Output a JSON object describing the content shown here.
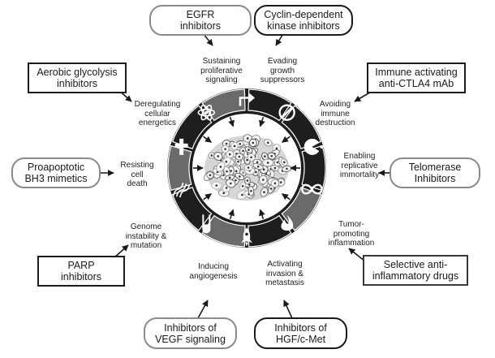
{
  "drugs": {
    "egfr": "EGFR\ninhibitors",
    "cdk": "Cyclin-dependent\nkinase inhibitors",
    "glycolysis": "Aerobic glycolysis\ninhibitors",
    "ctla4": "Immune activating\nanti-CTLA4 mAb",
    "bh3": "Proapoptotic\nBH3 mimetics",
    "telomerase": "Telomerase\nInhibitors",
    "parp": "PARP\ninhibitors",
    "antiinflam": "Selective anti-\ninflammatory drugs",
    "vegf": "Inhibitors of\nVEGF signaling",
    "hgf": "Inhibitors of\nHGF/c-Met"
  },
  "hallmarks": {
    "proliferative": "Sustaining\nproliferative\nsignaling",
    "growth": "Evading\ngrowth\nsuppressors",
    "immune": "Avoiding\nimmune\ndestruction",
    "immortality": "Enabling\nreplicative\nimmortality",
    "inflammation": "Tumor-\npromoting\ninflammation",
    "invasion": "Activating\ninvasion &\nmetastasis",
    "angiogenesis": "Inducing\nangiogenesis",
    "genome": "Genome\ninstability &\nmutation",
    "death": "Resisting\ncell\ndeath",
    "energetics": "Deregulating\ncellular\nenergetics"
  },
  "icons": [
    "proliferation-arrow-icon",
    "prohibition-icon",
    "pacman-immune-icon",
    "infinity-icon",
    "flame-icon",
    "rocket-icon",
    "test-tube-icon",
    "dna-chromosome-icon",
    "cross-icon",
    "atom-icon"
  ],
  "colors": {
    "ring_dark": "#1e1e1e",
    "segment_light": "#6a6a6a",
    "box_border_light": "#8a8a8a",
    "box_border_dark": "#1a1a1a"
  }
}
